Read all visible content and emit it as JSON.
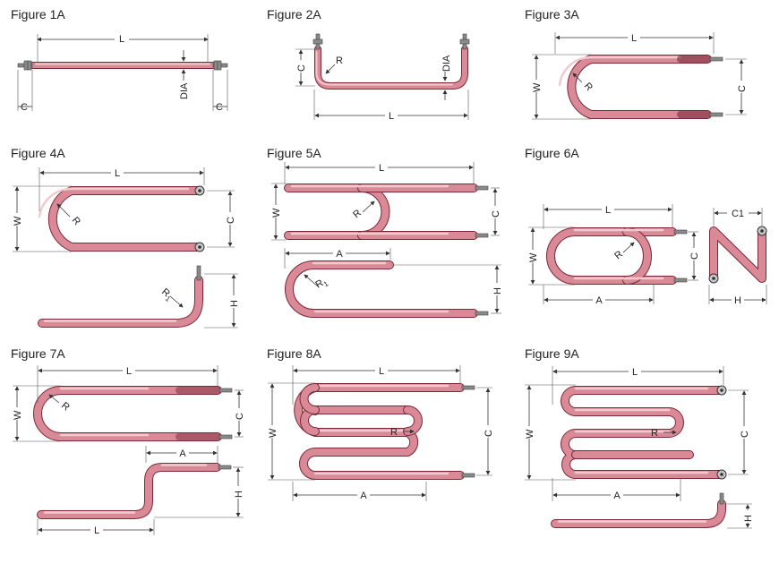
{
  "figures": [
    {
      "title": "Figure 1A",
      "labels": {
        "L": "L",
        "C_left": "C",
        "C_right": "C",
        "DIA": "DIA"
      }
    },
    {
      "title": "Figure 2A",
      "labels": {
        "C": "C",
        "R": "R",
        "DIA": "DIA",
        "L": "L"
      }
    },
    {
      "title": "Figure 3A",
      "labels": {
        "L": "L",
        "W": "W",
        "R": "R",
        "C": "C"
      }
    },
    {
      "title": "Figure 4A",
      "labels": {
        "L": "L",
        "W": "W",
        "R": "R",
        "C": "C",
        "R1": "R",
        "R1_sub": "1",
        "H": "H"
      }
    },
    {
      "title": "Figure 5A",
      "labels": {
        "L": "L",
        "W": "W",
        "R": "R",
        "C": "C",
        "A": "A",
        "R1": "R",
        "R1_sub": "1",
        "H": "H"
      }
    },
    {
      "title": "Figure 6A",
      "labels": {
        "L": "L",
        "W": "W",
        "R": "R",
        "C": "C",
        "A": "A",
        "C1": "C1",
        "H": "H"
      }
    },
    {
      "title": "Figure 7A",
      "labels": {
        "L": "L",
        "W": "W",
        "R": "R",
        "C": "C",
        "A": "A",
        "H": "H",
        "L2": "L"
      }
    },
    {
      "title": "Figure 8A",
      "labels": {
        "L": "L",
        "W": "W",
        "R": "R",
        "C": "C",
        "A": "A"
      }
    },
    {
      "title": "Figure 9A",
      "labels": {
        "L": "L",
        "W": "W",
        "R": "R",
        "C": "C",
        "A": "A",
        "H": "H"
      }
    }
  ],
  "colors": {
    "tube_dark": "#7a2838",
    "tube_mid": "#d98a96",
    "tube_light": "#f2c9cf",
    "terminal": "#8a8a8a"
  }
}
